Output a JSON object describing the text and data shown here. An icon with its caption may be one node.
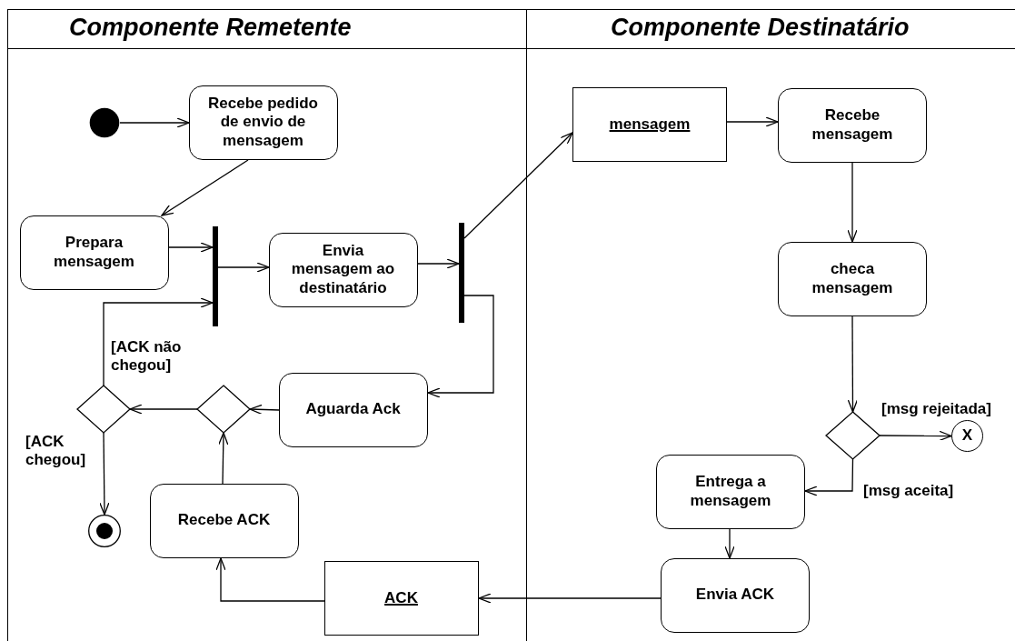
{
  "diagram": {
    "nodes": [
      {
        "text": [
          "Componente Remetente"
        ]
      },
      {
        "text": [
          "Componente Destinatário"
        ]
      },
      {
        "text": [],
        "shape": "circle",
        "in": 0
      },
      {
        "text": [
          "Recebe pedido de envio de mensagem"
        ],
        "in": 0
      },
      {
        "text": [
          "Prepara mensagem"
        ],
        "in": 0
      },
      {
        "text": [],
        "shape": "bar",
        "in": 0
      },
      {
        "text": [
          "Envia mensagem ao destinatário"
        ],
        "in": 0
      },
      {
        "text": [],
        "shape": "bar",
        "in": 0
      },
      {
        "text": [
          "Aguarda Ack"
        ],
        "in": 0
      },
      {
        "text": [],
        "shape": "diamond",
        "in": 0
      },
      {
        "text": [],
        "shape": "diamond",
        "in": 0
      },
      {
        "text": [],
        "shape": "circle",
        "in": 0
      },
      {
        "text": [
          "Recebe ACK"
        ],
        "in": 0
      },
      {
        "text": [
          "ACK"
        ],
        "in": 0
      },
      {
        "text": [
          "mensagem"
        ],
        "in": 1
      },
      {
        "text": [
          "Recebe mensagem"
        ],
        "in": 1
      },
      {
        "text": [
          "checa mensagem"
        ],
        "in": 1
      },
      {
        "text": [],
        "shape": "diamond",
        "in": 1
      },
      {
        "text": [
          "X"
        ],
        "in": 1
      },
      {
        "text": [
          "Entrega a mensagem"
        ],
        "in": 1
      },
      {
        "text": [
          "Envia ACK"
        ],
        "in": 1
      }
    ],
    "edges": [
      {
        "from": 2,
        "to": 3,
        "arrow": "to"
      },
      {
        "from": 3,
        "to": 4,
        "arrow": "to"
      },
      {
        "from": 4,
        "to": 5,
        "arrow": "to"
      },
      {
        "from": 5,
        "to": 6,
        "arrow": "to"
      },
      {
        "from": 6,
        "to": 7,
        "arrow": "to"
      },
      {
        "from": 7,
        "to": 14,
        "arrow": "to"
      },
      {
        "from": 7,
        "to": 8,
        "arrow": "to"
      },
      {
        "from": 8,
        "to": 10,
        "arrow": "to"
      },
      {
        "from": 12,
        "to": 10,
        "arrow": "to"
      },
      {
        "from": 10,
        "to": 9,
        "arrow": "to"
      },
      {
        "from": 9,
        "to": 5,
        "arrow": "to",
        "label": "[ACK não chegou]"
      },
      {
        "from": 9,
        "to": 11,
        "arrow": "to",
        "label": "[ACK chegou]"
      },
      {
        "from": 14,
        "to": 15,
        "arrow": "to"
      },
      {
        "from": 15,
        "to": 16,
        "arrow": "to"
      },
      {
        "from": 16,
        "to": 17,
        "arrow": "to"
      },
      {
        "from": 17,
        "to": 18,
        "arrow": "to",
        "label": "[msg rejeitada]"
      },
      {
        "from": 17,
        "to": 19,
        "arrow": "to",
        "label": "[msg aceita]"
      },
      {
        "from": 19,
        "to": 20,
        "arrow": "to"
      },
      {
        "from": 20,
        "to": 13,
        "arrow": "to"
      },
      {
        "from": 13,
        "to": 12,
        "arrow": "to"
      }
    ]
  }
}
